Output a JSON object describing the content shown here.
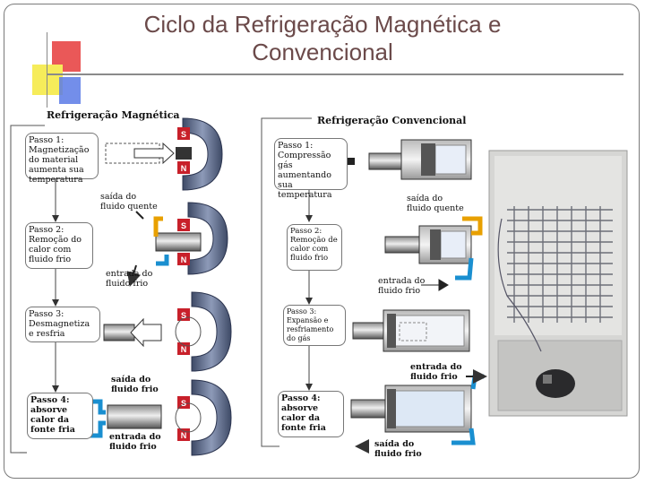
{
  "title": {
    "line1": "Ciclo da Refrigeração Magnética e",
    "line2": "Convencional"
  },
  "magnetic": {
    "title": "Refrigeração Magnética",
    "steps": [
      "Passo 1: Magnetização do material aumenta sua temperatura",
      "Passo 2: Remoção do calor com fluido frio",
      "Passo 3: Desmagnetiza e resfria",
      "Passo 4: absorve calor da fonte fria"
    ],
    "labels": {
      "outlet_hot": "saída do fluido quente",
      "inlet_cold": "entrada do fluido frio",
      "outlet_cold": "saída do fluido frio",
      "inlet_cold_2": "entrada do fluido frio"
    },
    "pole_s": "S",
    "pole_n": "N"
  },
  "conventional": {
    "title": "Refrigeração Convencional",
    "steps": [
      "Passo 1: Compressão gás aumentando sua temperatura",
      "Passo 2: Remoção de calor com fluido frio",
      "Passo 3: Expansão e resfriamento do gás",
      "Passo 4: absorve calor da fonte fria"
    ],
    "labels": {
      "outlet_hot": "saída do fluido quente",
      "inlet_cold": "entrada do fluido frio",
      "inlet_cold_2": "entrada do fluido frio",
      "outlet_cold": "saída do fluido frio"
    }
  },
  "colors": {
    "magnet": "#5a6a88",
    "pole": "#c8202a",
    "hot": "#e8a000",
    "cold": "#1a8fd0",
    "deco_yellow": "#f6ec5a",
    "deco_red": "#e63b3b",
    "deco_blue": "#4a6fe0"
  }
}
